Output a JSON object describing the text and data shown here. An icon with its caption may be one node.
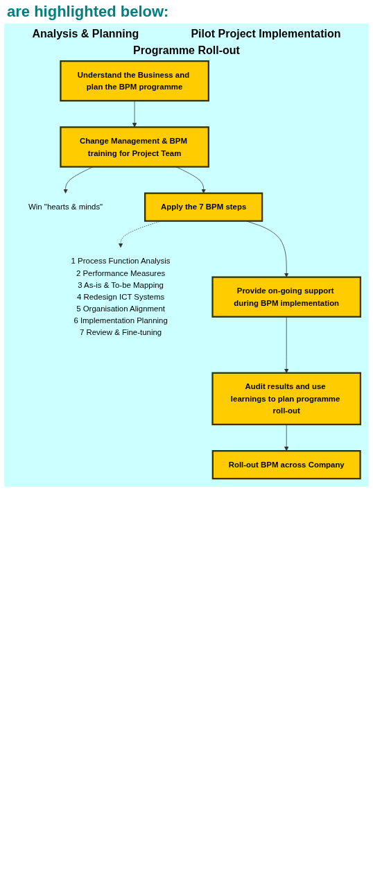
{
  "diagram": {
    "title": "are highlighted below:",
    "nodes": [
      {
        "text": [
          "Understand the Business and plan the BPM programme"
        ]
      },
      {
        "text": [
          "Change Management & BPM training for Project Team"
        ]
      },
      {
        "text": [
          "Win \"hearts & minds\""
        ]
      },
      {
        "text": [
          "Apply the 7 BPM steps"
        ]
      },
      {
        "text": [
          "1 Process Function Analysis",
          "2 Performance Measures",
          "3 As-is & To-be Mapping",
          "4 Redesign ICT Systems",
          "5 Organisation Alignment",
          "6 Implementation Planning",
          "7 Review & Fine-tuning"
        ]
      },
      {
        "text": [
          "Provide on-going support during BPM implementation"
        ]
      },
      {
        "text": [
          "Audit results and use learnings to plan programme roll-out"
        ]
      },
      {
        "text": [
          "Roll-out BPM across Company"
        ]
      }
    ],
    "edges": [
      {
        "from": 0,
        "to": 1,
        "arrow": "to"
      },
      {
        "from": 1,
        "to": 2,
        "arrow": "to"
      },
      {
        "from": 1,
        "to": 3,
        "arrow": "to"
      },
      {
        "from": 3,
        "to": 4,
        "arrow": "to",
        "style": "dashed"
      },
      {
        "from": 3,
        "to": 5,
        "arrow": "to"
      },
      {
        "from": 5,
        "to": 6,
        "arrow": "to"
      },
      {
        "from": 6,
        "to": 7,
        "arrow": "to"
      }
    ],
    "labels": [
      "Analysis & Planning",
      "Pilot Project Implementation",
      "Programme Roll-out"
    ]
  }
}
